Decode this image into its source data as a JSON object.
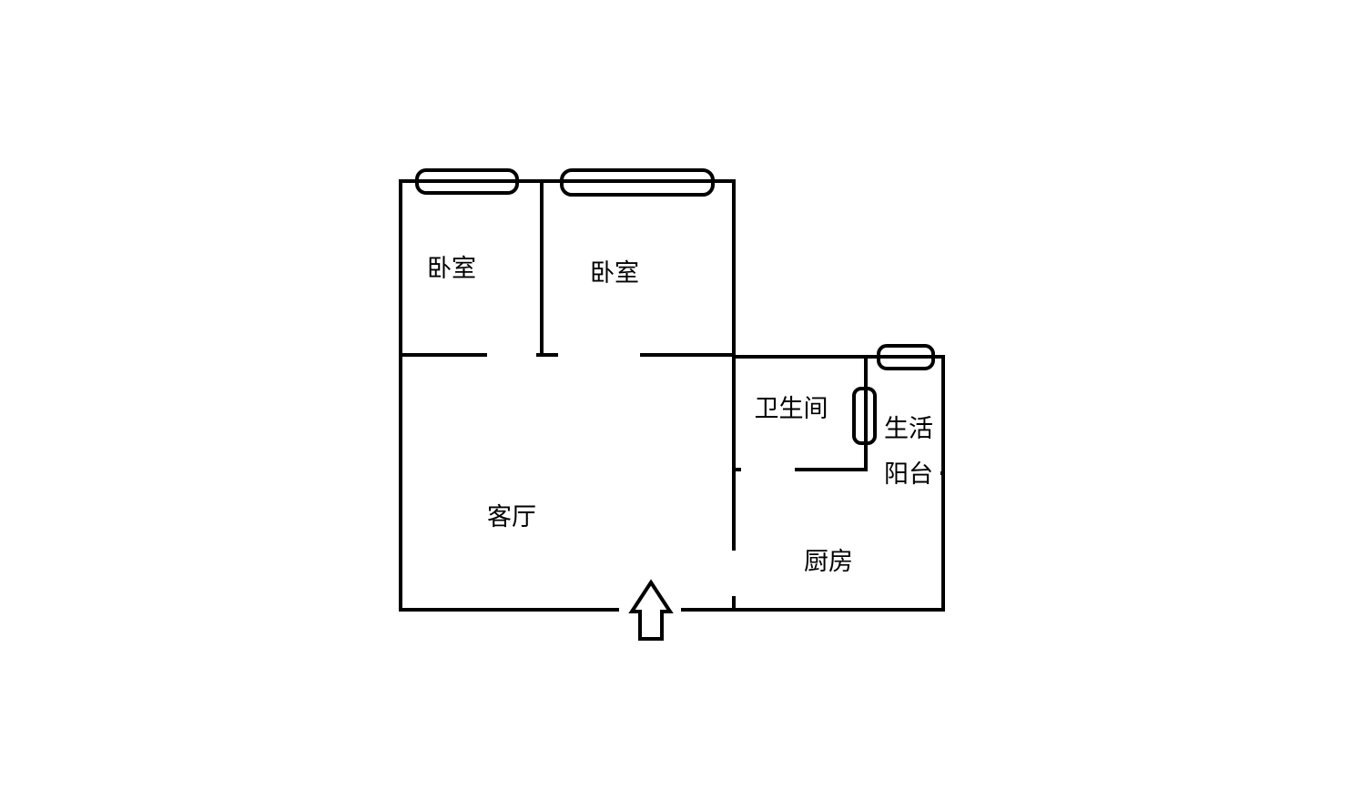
{
  "floorplan": {
    "rooms": {
      "bedroom_1": "卧室",
      "bedroom_2": "卧室",
      "living_room": "客厅",
      "bathroom": "卫生间",
      "utility_balcony_line1": "生活",
      "utility_balcony_line2": "阳台",
      "kitchen": "厨房"
    },
    "entrance_icon": "up-arrow-icon",
    "wall_color": "#000000",
    "background_color": "#ffffff"
  }
}
